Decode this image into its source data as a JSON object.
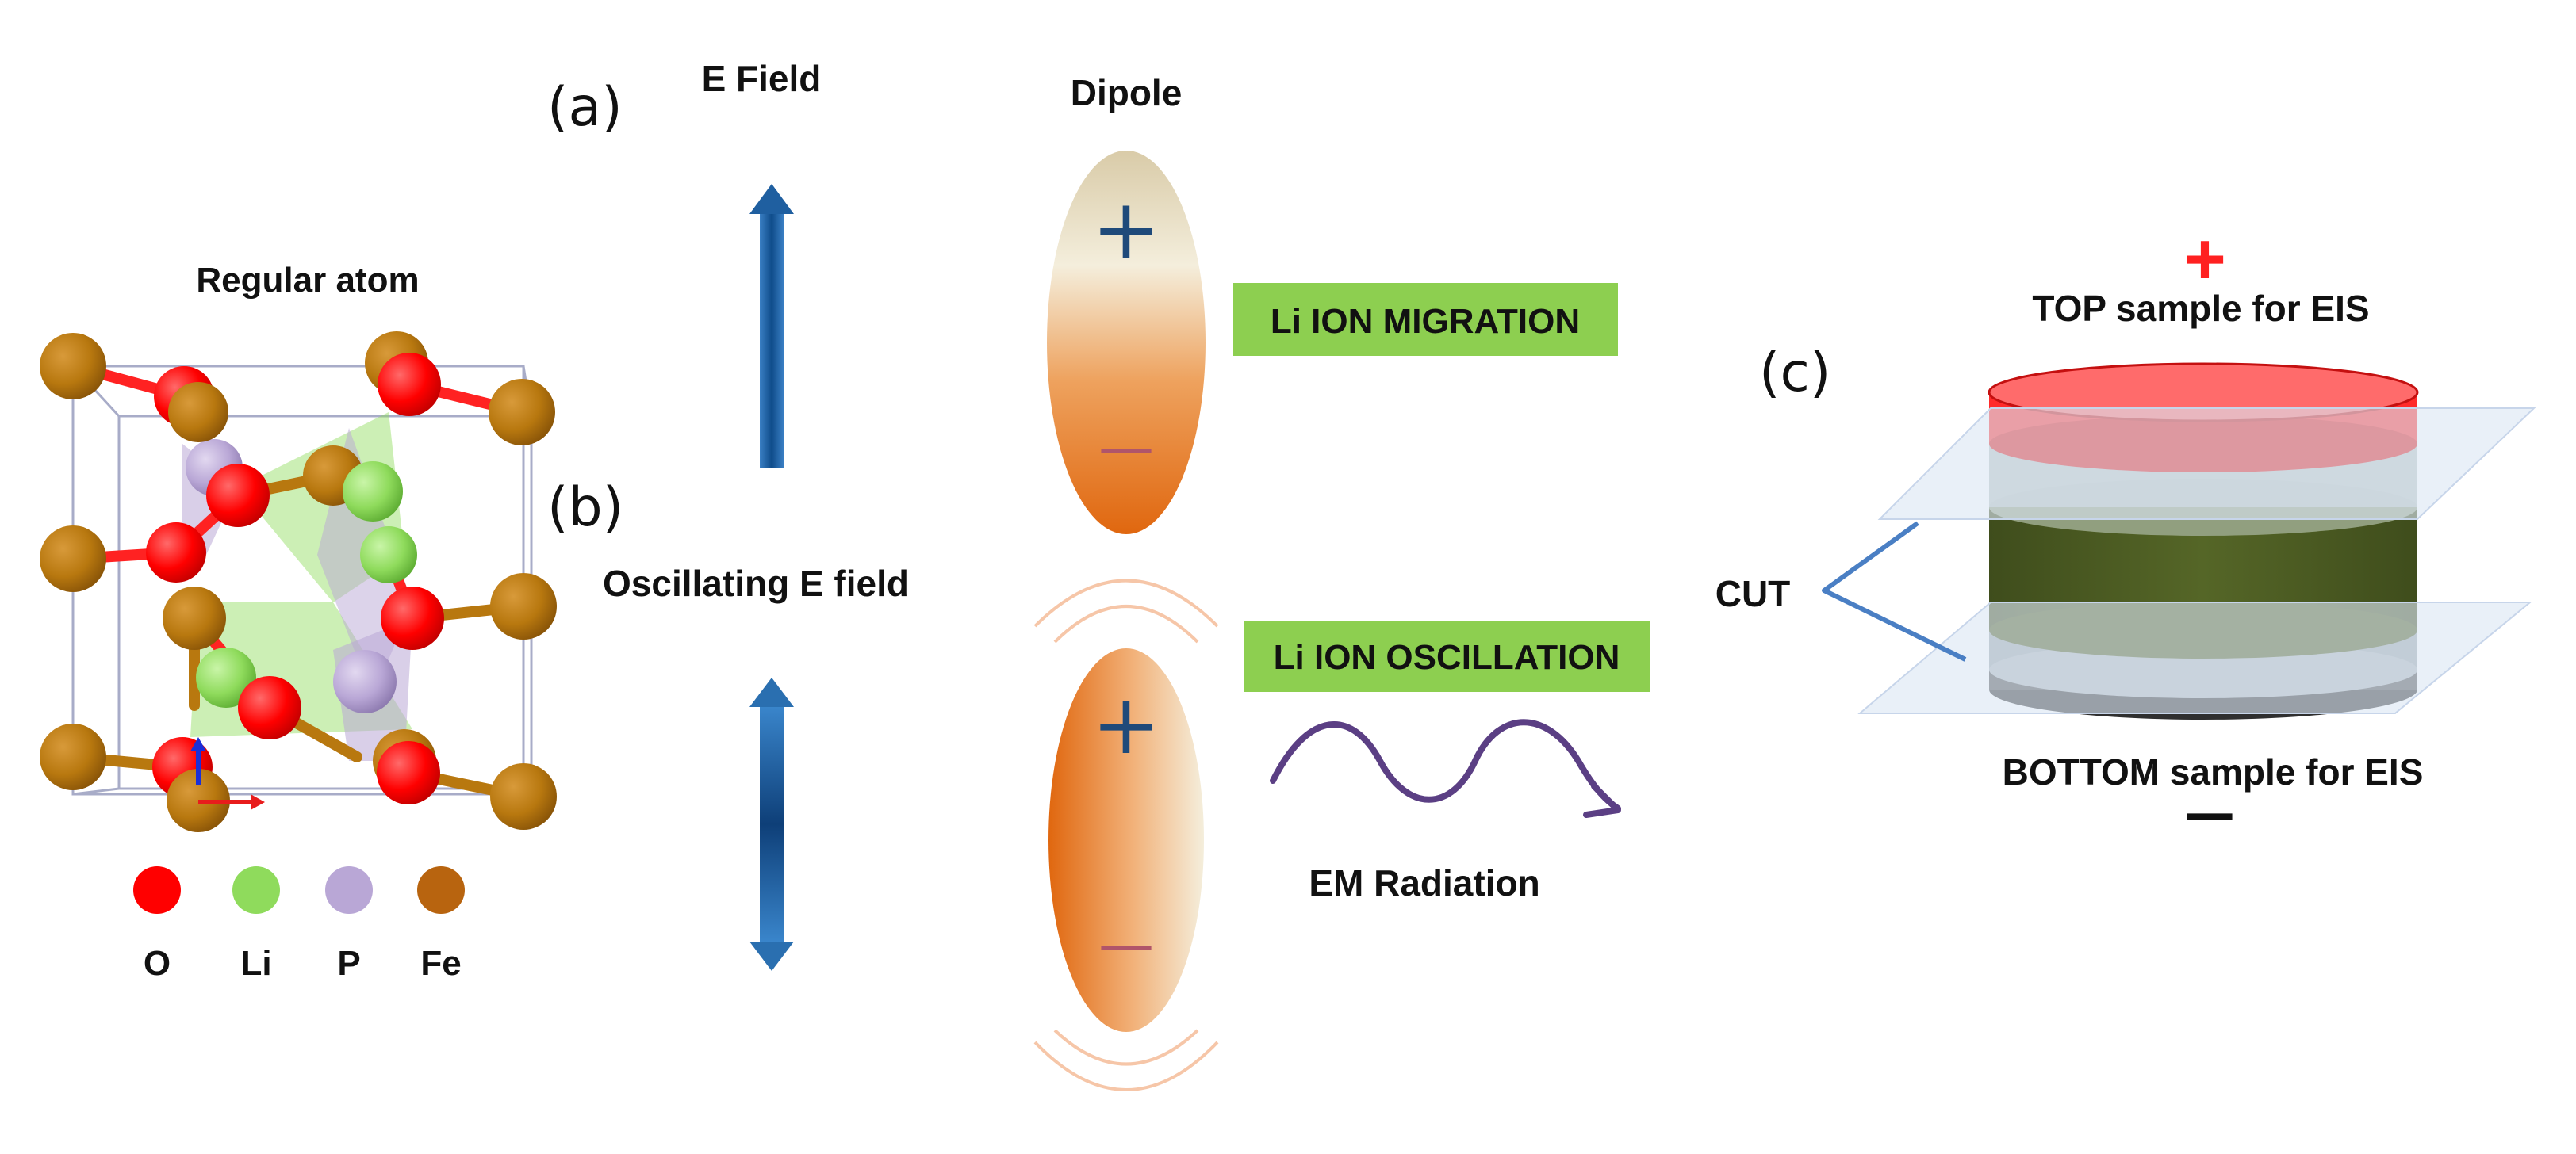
{
  "panels": {
    "a": "(a)",
    "b": "(b)",
    "c": "(c)"
  },
  "crystal": {
    "title": "Regular atom",
    "legend": [
      {
        "symbol": "O",
        "color": "#ff0000"
      },
      {
        "symbol": "Li",
        "color": "#8fdb5c"
      },
      {
        "symbol": "P",
        "color": "#b9a7d6"
      },
      {
        "symbol": "Fe",
        "color": "#b8640f"
      }
    ]
  },
  "field": {
    "static_label": "E Field",
    "oscillating_label": "Oscillating E field"
  },
  "dipole": {
    "title": "Dipole",
    "plus": "+",
    "minus": "—",
    "migration_label": "Li ION MIGRATION",
    "oscillation_label": "Li ION OSCILLATION",
    "radiation_label": "EM Radiation"
  },
  "cell": {
    "plus_sign": "+",
    "top_label": "TOP sample for EIS",
    "cut_label": "CUT",
    "bottom_label": "BOTTOM sample for EIS",
    "minus_sign": "—"
  },
  "colors": {
    "oxygen": "#ff0000",
    "lithium": "#8fdb5c",
    "phosphorus": "#b9a7d6",
    "iron": "#b8640f",
    "arrow_blue": "#1f5fa0",
    "label_box_green": "#8dcf50",
    "dipole_orange": "#e8741a",
    "wave_purple": "#5b3f84",
    "electrode_red": "#ff2a2a",
    "cell_body_green": "#4b5a22",
    "cut_plane": "#dce6f4"
  }
}
